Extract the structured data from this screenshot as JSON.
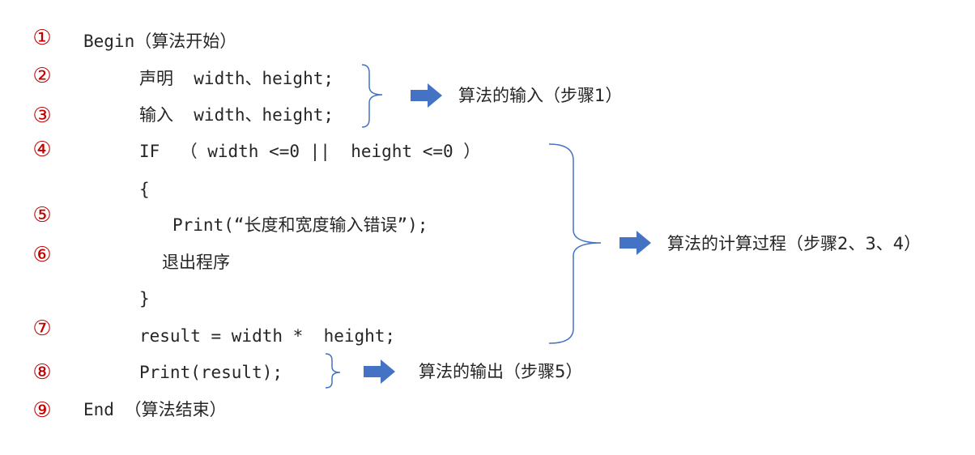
{
  "step_numbers": [
    "①",
    "②",
    "③",
    "④",
    "⑤",
    "⑥",
    "⑦",
    "⑧",
    "⑨"
  ],
  "code_lines": {
    "begin": "Begin（算法开始）",
    "declare": "声明  width、height;",
    "input": "输入  width、height;",
    "if": "IF  （ width <=0 ||  height <=0 ）",
    "open_brace": "{",
    "print_error": "Print(“长度和宽度输入错误”);",
    "exit": "退出程序",
    "close_brace": "}",
    "result": "result = width *  height;",
    "print_result": "Print(result);",
    "end": "End （算法结束）"
  },
  "annotations": {
    "input": "算法的输入（步骤1）",
    "process": "算法的计算过程（步骤2、3、4）",
    "output": "算法的输出（步骤5）"
  },
  "colors": {
    "number": "#c00000",
    "bracket": "#4472c4",
    "arrow": "#4472c4",
    "text": "#262626"
  }
}
